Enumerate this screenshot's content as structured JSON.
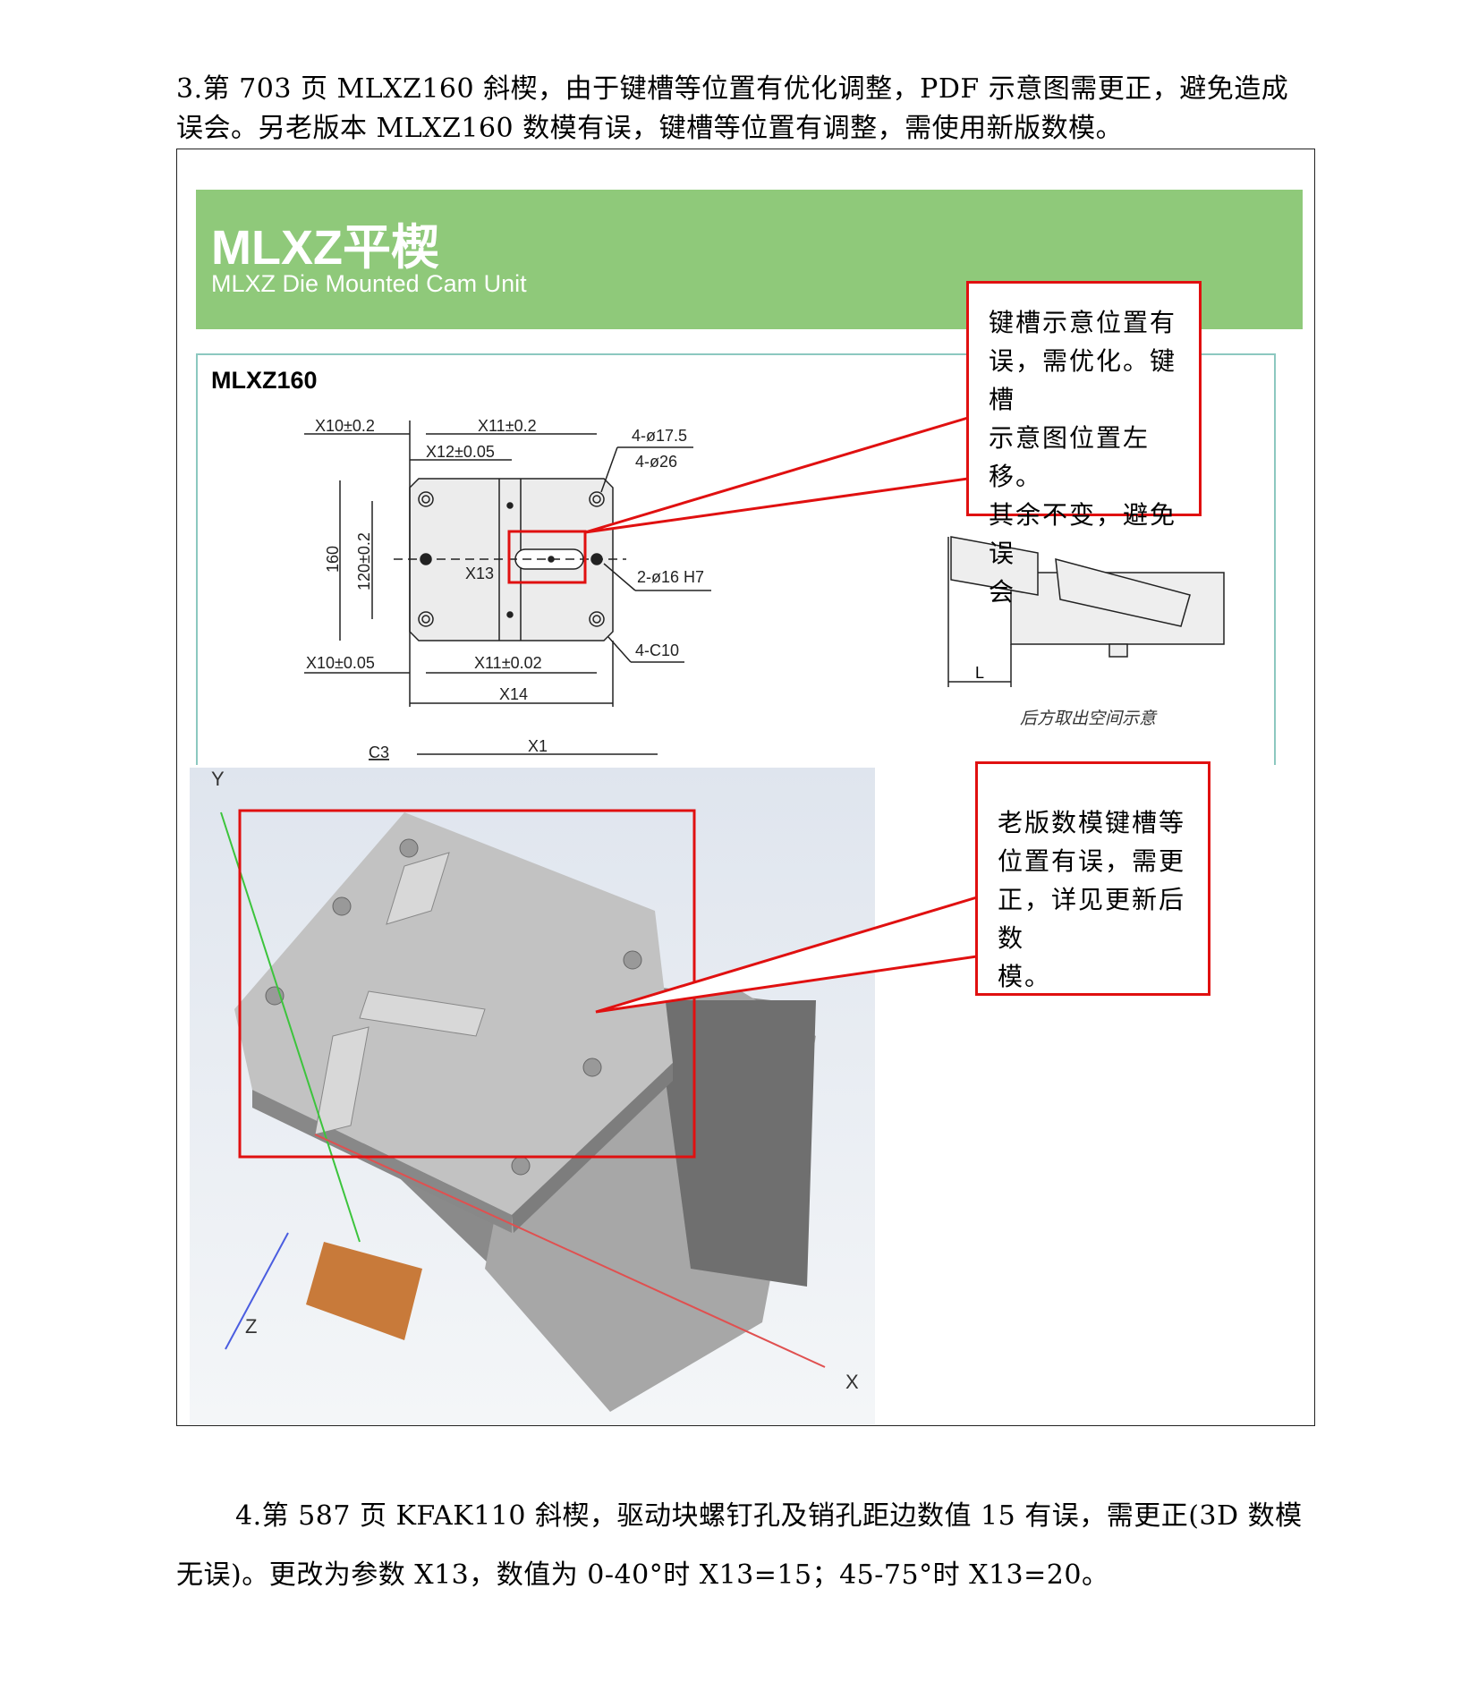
{
  "item3": {
    "line1": "3.第 703 页 MLXZ160 斜楔，由于键槽等位置有优化调整，PDF 示意图需更正，避免造成",
    "line2": "误会。另老版本 MLXZ160 数模有误，键槽等位置有调整，需使用新版数模。"
  },
  "catalog": {
    "title": "MLXZ平楔",
    "subtitle": "MLXZ Die Mounted Cam Unit",
    "model": "MLXZ160",
    "dims": {
      "x10_02": "X10±0.2",
      "x11_02": "X11±0.2",
      "x12": "X12±0.05",
      "hole175": "4-ø17.5",
      "hole26": "4-ø26",
      "h160": "160",
      "h120": "120±0.2",
      "x13": "X13",
      "pin": "2-ø16 H7",
      "c10": "4-C10",
      "x10_005": "X10±0.05",
      "x11_002": "X11±0.02",
      "x14": "X14",
      "c3": "C3",
      "x1": "X1",
      "l": "L"
    },
    "side_caption": "后方取出空间示意",
    "brand_color": "#8fc97a"
  },
  "callouts": [
    {
      "lines": [
        "键槽示意位置有",
        "误，需优化。键槽",
        "示意图位置左移。",
        "其余不变，避免误",
        "会"
      ]
    },
    {
      "lines": [
        "老版数模键槽等",
        "位置有误，需更",
        "正，详见更新后数",
        "模。"
      ]
    }
  ],
  "render3d": {
    "axis_x": "X",
    "axis_y": "Y",
    "axis_z": "Z"
  },
  "item4": {
    "line1": "4.第 587 页 KFAK110 斜楔，驱动块螺钉孔及销孔距边数值 15 有误，需更正(3D 数模",
    "line2": "无误)。更改为参数 X13，数值为 0-40°时 X13=15；45-75°时 X13=20。"
  },
  "highlight_color": "#e01010"
}
